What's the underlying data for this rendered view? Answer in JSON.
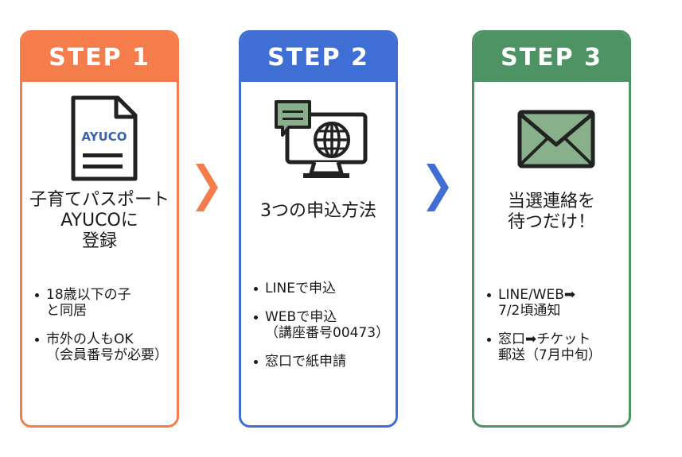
{
  "steps": [
    {
      "label": "STEP 1",
      "doc_text": "AYUCO",
      "title": "子育てパスポート\nAYUCOに\n登録",
      "bullets": [
        "18歳以下の子\nと同居",
        "市外の人もOK\n（会員番号が必要）"
      ]
    },
    {
      "label": "STEP 2",
      "title": "3つの申込方法",
      "bullets": [
        "LINEで申込",
        "WEBで申込\n（講座番号00473）",
        "窓口で紙申請"
      ]
    },
    {
      "label": "STEP 3",
      "title": "当選連絡を\n待つだけ！",
      "bullets": [
        "LINE/WEB➡\n7/2頃通知",
        "窓口➡チケット\n郵送（7月中旬）"
      ]
    }
  ],
  "colors": {
    "step1": "#f47d4b",
    "step2": "#3f6fd4",
    "step3": "#4e9363"
  },
  "icons": [
    "document-icon",
    "computer-chat-globe-icon",
    "envelope-icon",
    "chevron-right-icon"
  ]
}
